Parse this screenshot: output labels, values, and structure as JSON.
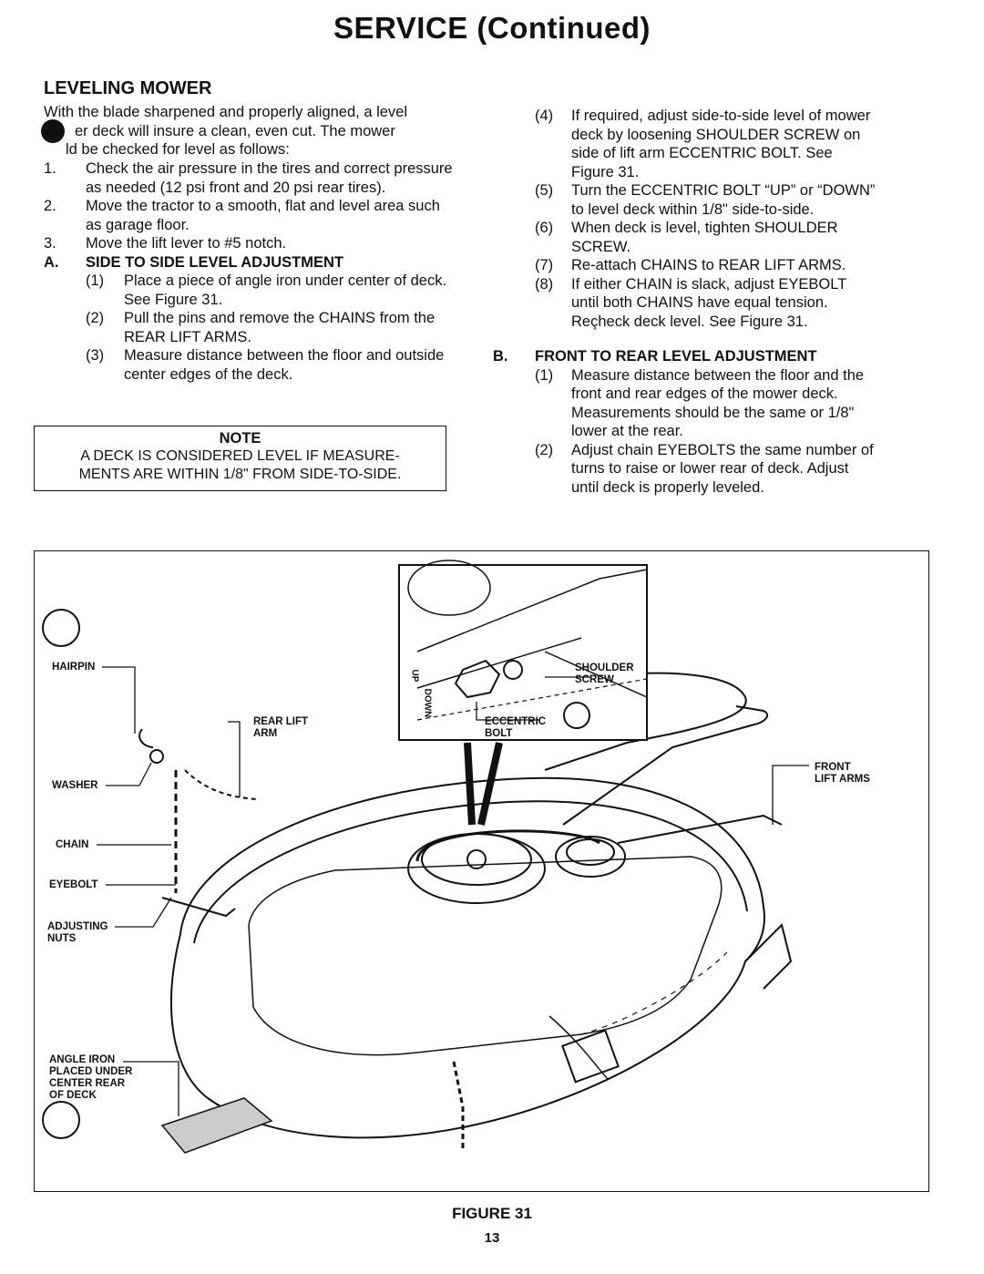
{
  "title": "SERVICE (Continued)",
  "section_heading": "LEVELING MOWER",
  "intro": {
    "l1": "With the blade sharpened and properly aligned, a level",
    "l2": "er deck will insure a clean, even cut.  The mower",
    "l3": "ld be checked for level as follows:"
  },
  "steps": [
    {
      "num": "1.",
      "text": "Check the air pressure in the tires and correct pressure as needed (12 psi front and 20 psi rear tires)."
    },
    {
      "num": "2.",
      "text": "Move the tractor to a smooth, flat and level area such as garage floor."
    },
    {
      "num": "3.",
      "text": "Move the lift lever to #5 notch."
    }
  ],
  "section_a": {
    "num": "A.",
    "heading": "SIDE TO SIDE LEVEL ADJUSTMENT",
    "items": [
      {
        "num": "(1)",
        "text": "Place a piece of angle iron under center of deck.  See Figure 31."
      },
      {
        "num": "(2)",
        "text": "Pull the pins and remove the CHAINS from the REAR LIFT ARMS."
      },
      {
        "num": "(3)",
        "text": "Measure distance between the floor and outside center edges of the deck."
      }
    ],
    "items_cont": [
      {
        "num": "(4)",
        "text": "If required, adjust side-to-side level of mower deck by loosening SHOULDER SCREW on side of lift arm ECCENTRIC BOLT.  See Figure 31."
      },
      {
        "num": "(5)",
        "text": "Turn the ECCENTRIC BOLT “UP” or “DOWN” to level deck within 1/8\" side-to-side."
      },
      {
        "num": "(6)",
        "text": "When deck is level, tighten SHOULDER SCREW."
      },
      {
        "num": "(7)",
        "text": "Re-attach CHAINS to REAR LIFT ARMS."
      },
      {
        "num": "(8)",
        "text": "If either CHAIN is slack, adjust EYEBOLT until both CHAINS have equal tension. Reçheck deck level.  See Figure 31."
      }
    ]
  },
  "note": {
    "title": "NOTE",
    "l1": "A DECK IS CONSIDERED LEVEL IF MEASURE-",
    "l2": "MENTS ARE WITHIN 1/8\" FROM SIDE-TO-SIDE."
  },
  "section_b": {
    "num": "B.",
    "heading": "FRONT TO REAR LEVEL ADJUSTMENT",
    "items": [
      {
        "num": "(1)",
        "text": "Measure distance between the floor and the front and rear edges of the mower deck. Measurements should be the same or 1/8\" lower at the rear."
      },
      {
        "num": "(2)",
        "text": "Adjust chain EYEBOLTS the same number of turns to raise or lower rear of deck.  Adjust until deck is properly leveled."
      }
    ]
  },
  "figure_labels": {
    "hairpin": "HAIRPIN",
    "washer": "WASHER",
    "chain": "CHAIN",
    "eyebolt": "EYEBOLT",
    "adjusting_nuts_1": "ADJUSTING",
    "adjusting_nuts_2": "NUTS",
    "angle_iron_1": "ANGLE IRON",
    "angle_iron_2": "PLACED UNDER",
    "angle_iron_3": "CENTER REAR",
    "angle_iron_4": "OF DECK",
    "rear_lift_1": "REAR LIFT",
    "rear_lift_2": "ARM",
    "shoulder_1": "SHOULDER",
    "shoulder_2": "SCREW",
    "eccentric_1": "ECCENTRIC",
    "eccentric_2": "BOLT",
    "front_lift_1": "FRONT",
    "front_lift_2": "LIFT ARMS",
    "inset_up": "UP",
    "inset_down": "DOWN"
  },
  "figure_caption": "FIGURE 31",
  "page_number": "13"
}
